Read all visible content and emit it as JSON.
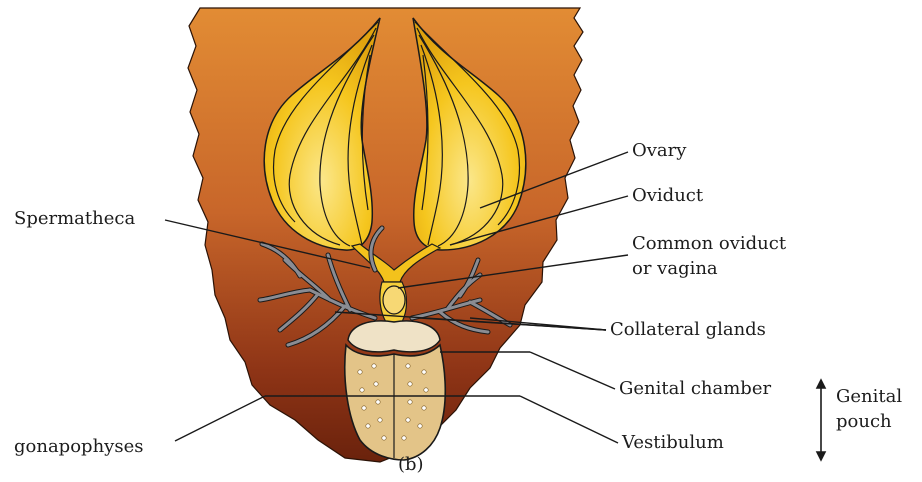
{
  "labels": {
    "ovary": "Ovary",
    "oviduct": "Oviduct",
    "spermatheca": "Spermatheca",
    "common_oviduct_line1": "Common oviduct",
    "common_oviduct_line2": "or vagina",
    "collateral_glands": "Collateral glands",
    "genital_chamber": "Genital chamber",
    "genital_pouch_line1": "Genital",
    "genital_pouch_line2": "pouch",
    "gonapophyses": "gonapophyses",
    "vestibulum": "Vestibulum",
    "caption": "(b)"
  },
  "colors": {
    "body_top": "#e08a32",
    "body_bottom": "#7a2a10",
    "ovary_fill": "#f4c21a",
    "ovary_light": "#fbe27a",
    "gland_fill": "#7d7f86",
    "chamber_fill": "#e2c58e",
    "outline": "#1a1a1a"
  }
}
